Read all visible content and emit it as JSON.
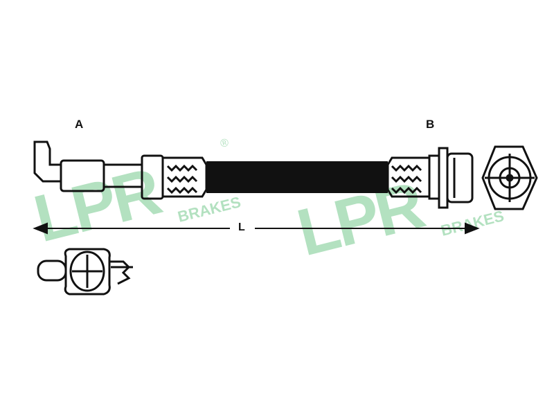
{
  "labels": {
    "end_a": "A",
    "end_b": "B",
    "length": "L"
  },
  "watermark": {
    "brand": "LPR",
    "subtext": "BRAKES",
    "registered": "®",
    "color": "#9fd8b0"
  },
  "colors": {
    "line": "#111111",
    "hose": "#111111",
    "background": "#ffffff"
  }
}
